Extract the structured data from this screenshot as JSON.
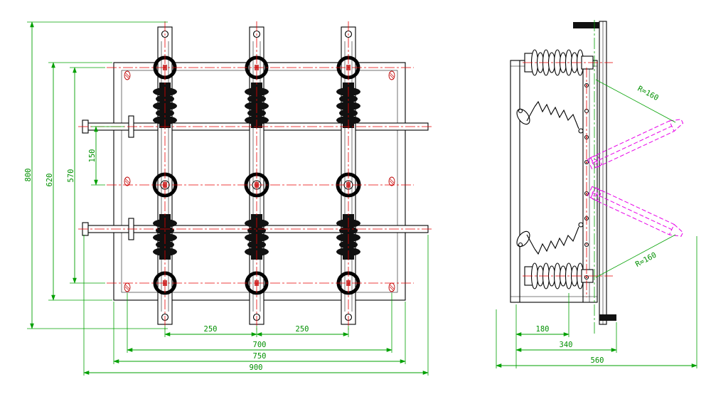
{
  "dimensions": {
    "front": {
      "overall_height": "800",
      "frame_height": "620",
      "pole_span": "570",
      "arm_offset": "150",
      "phase_pitch_left": "250",
      "phase_pitch_right": "250",
      "mounting_width": "700",
      "frame_width": "750",
      "overall_width": "900"
    },
    "side": {
      "radius_upper": "R=160",
      "radius_lower": "R=160",
      "insulator_depth": "180",
      "mid_depth": "340",
      "overall_depth": "560"
    }
  },
  "colors": {
    "line": "#000000",
    "centerline": "#e60000",
    "dimension": "#00a000",
    "phantom": "#e800e8"
  }
}
